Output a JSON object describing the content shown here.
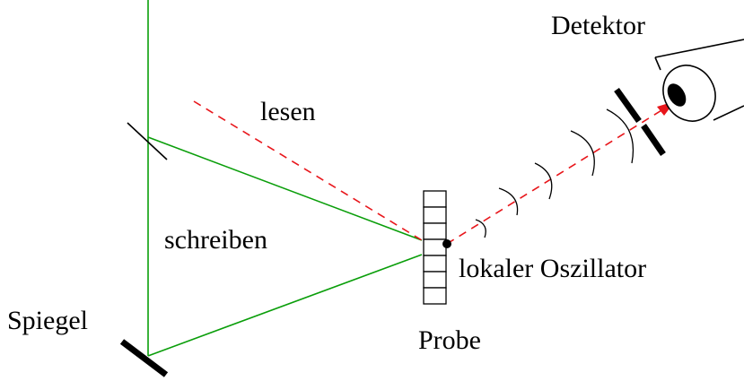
{
  "labels": {
    "detector": "Detektor",
    "read": "lesen",
    "write": "schreiben",
    "mirror": "Spiegel",
    "local_oscillator": "lokaler Oszillator",
    "sample": "Probe"
  },
  "colors": {
    "write_beam": "#0a9e0a",
    "read_beam": "#e8161b",
    "outline": "#000000"
  }
}
